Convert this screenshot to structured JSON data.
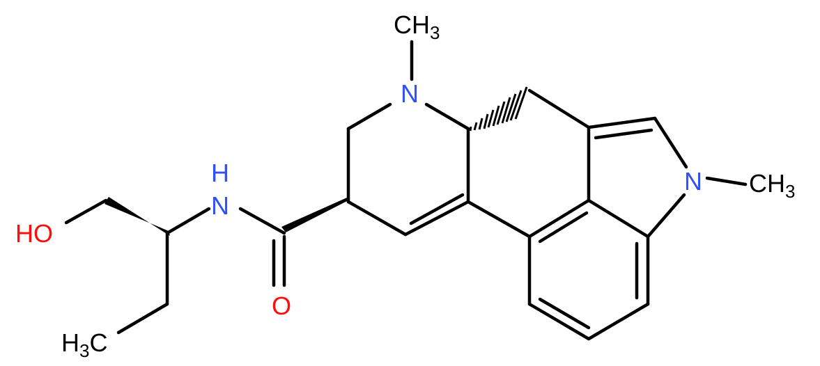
{
  "labels": {
    "n_methyl_top": {
      "element": "N"
    },
    "ch3_top": {
      "main": "CH",
      "sub": "3"
    },
    "n_indole": {
      "element": "N"
    },
    "ch3_right": {
      "main": "CH",
      "sub": "3"
    },
    "n_amide": {
      "element": "N"
    },
    "h_amide": {
      "element": "H"
    },
    "o_carbonyl": {
      "element": "O"
    },
    "ho": {
      "text": "HO"
    },
    "h3c": {
      "main": "H",
      "sub": "3",
      "tail": "C"
    }
  },
  "colors": {
    "nitrogen": "#3050F8",
    "oxygen": "#FF0D0D",
    "carbon": "#000000"
  }
}
